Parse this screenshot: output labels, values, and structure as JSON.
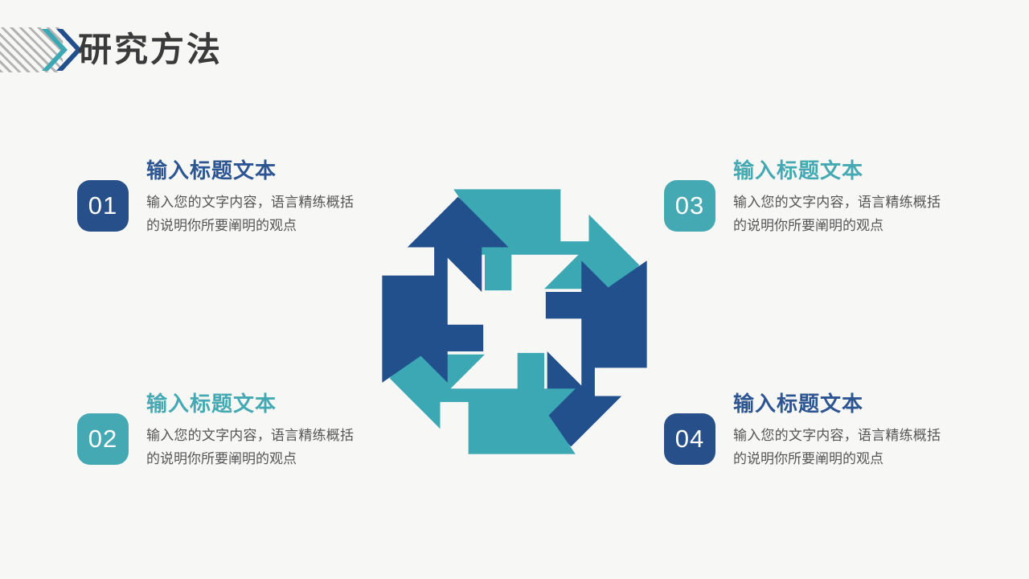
{
  "slide": {
    "title": "研究方法",
    "background_color": "#f7f7f6"
  },
  "colors": {
    "navy": "#27508a",
    "navy_title": "#2c5592",
    "teal": "#45a9b3",
    "teal_arrow": "#3ba8b4",
    "navy_arrow": "#21508c",
    "stripe_gray": "#b3b3b3",
    "title_text": "#3a3a3a",
    "body_text": "#555555"
  },
  "header": {
    "title": "研究方法",
    "chevron_teal_label": "chevron-teal",
    "chevron_navy_label": "chevron-navy",
    "stripes_label": "diagonal-stripes"
  },
  "items": [
    {
      "number": "01",
      "title": "输入标题文本",
      "description": "输入您的文字内容，语言精练概括的说明你所要阐明的观点",
      "accent": "navy",
      "position": "top-left"
    },
    {
      "number": "02",
      "title": "输入标题文本",
      "description": "输入您的文字内容，语言精练概括的说明你所要阐明的观点",
      "accent": "teal",
      "position": "bottom-left"
    },
    {
      "number": "03",
      "title": "输入标题文本",
      "description": "输入您的文字内容，语言精练概括的说明你所要阐明的观点",
      "accent": "teal",
      "position": "top-right"
    },
    {
      "number": "04",
      "title": "输入标题文本",
      "description": "输入您的文字内容，语言精练概括的说明你所要阐明的观点",
      "accent": "navy",
      "position": "bottom-right"
    }
  ],
  "diagram": {
    "name": "four-arrow-cycle",
    "arrow_count": 4,
    "direction": "clockwise",
    "arrows": [
      {
        "id": "arrow-top-right",
        "color": "#3ba8b4",
        "points_to": "down-right"
      },
      {
        "id": "arrow-bottom-right",
        "color": "#21508c",
        "points_to": "down-left"
      },
      {
        "id": "arrow-bottom-left",
        "color": "#3ba8b4",
        "points_to": "up-left"
      },
      {
        "id": "arrow-top-left",
        "color": "#21508c",
        "points_to": "up-right"
      }
    ]
  }
}
